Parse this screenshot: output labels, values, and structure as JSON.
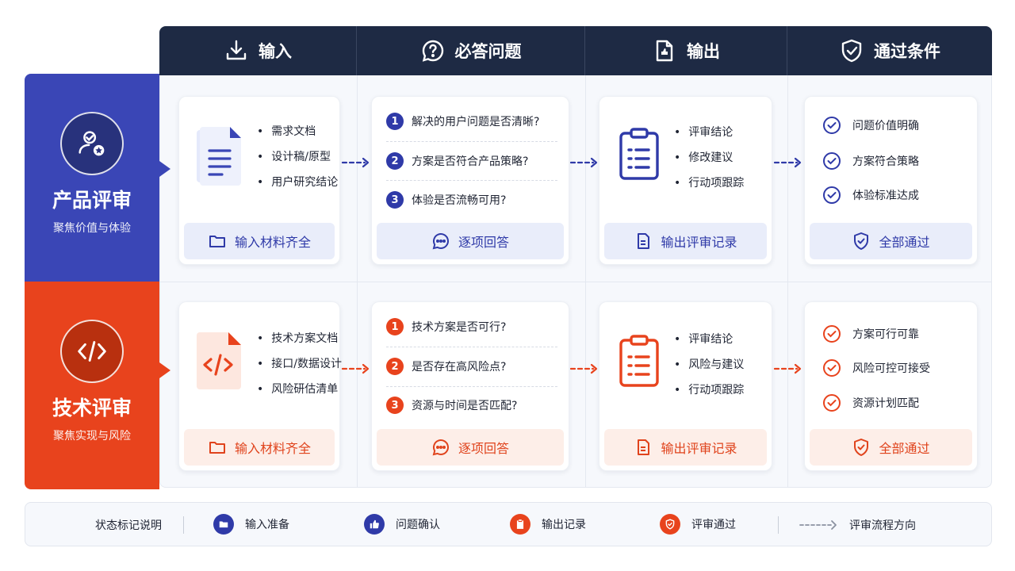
{
  "columns": [
    {
      "label": "输入",
      "icon": "download-icon"
    },
    {
      "label": "必答问题",
      "icon": "question-icon"
    },
    {
      "label": "输出",
      "icon": "document-icon"
    },
    {
      "label": "通过条件",
      "icon": "shield-check-icon"
    }
  ],
  "rows": [
    {
      "title": "产品评审",
      "subtitle": "聚焦价值与体验",
      "icon": "user-star-icon",
      "color": "#3a46b6",
      "input": {
        "items": [
          "需求文档",
          "设计稿/原型",
          "用户研究结论"
        ],
        "footer": "输入材料齐全",
        "icon": "document-icon"
      },
      "questions": {
        "items": [
          {
            "n": "1",
            "text": "解决的用户问题是否清晰?"
          },
          {
            "n": "2",
            "text": "方案是否符合产品策略?"
          },
          {
            "n": "3",
            "text": "体验是否流畅可用?"
          }
        ],
        "footer": "逐项回答"
      },
      "output": {
        "items": [
          "评审结论",
          "修改建议",
          "行动项跟踪"
        ],
        "footer": "输出评审记录",
        "icon": "clipboard-icon"
      },
      "pass": {
        "items": [
          "问题价值明确",
          "方案符合策略",
          "体验标准达成"
        ],
        "footer": "全部通过"
      }
    },
    {
      "title": "技术评审",
      "subtitle": "聚焦实现与风险",
      "icon": "code-icon",
      "color": "#e8431d",
      "input": {
        "items": [
          "技术方案文档",
          "接口/数据设计",
          "风险研估清单"
        ],
        "footer": "输入材料齐全",
        "icon": "code-file-icon"
      },
      "questions": {
        "items": [
          {
            "n": "1",
            "text": "技术方案是否可行?"
          },
          {
            "n": "2",
            "text": "是否存在高风险点?"
          },
          {
            "n": "3",
            "text": "资源与时间是否匹配?"
          }
        ],
        "footer": "逐项回答"
      },
      "output": {
        "items": [
          "评审结论",
          "风险与建议",
          "行动项跟踪"
        ],
        "footer": "输出评审记录",
        "icon": "clipboard-icon"
      },
      "pass": {
        "items": [
          "方案可行可靠",
          "风险可控可接受",
          "资源计划匹配"
        ],
        "footer": "全部通过"
      }
    }
  ],
  "legend": {
    "title": "状态标记说明",
    "items": [
      {
        "label": "输入准备",
        "icon": "folder-icon",
        "color": "#2f3aa8"
      },
      {
        "label": "问题确认",
        "icon": "thumbs-up-icon",
        "color": "#2f3aa8"
      },
      {
        "label": "输出记录",
        "icon": "clipboard-icon",
        "color": "#e8431d"
      },
      {
        "label": "评审通过",
        "icon": "shield-check-icon",
        "color": "#e8431d"
      }
    ],
    "flow_label": "评审流程方向"
  }
}
